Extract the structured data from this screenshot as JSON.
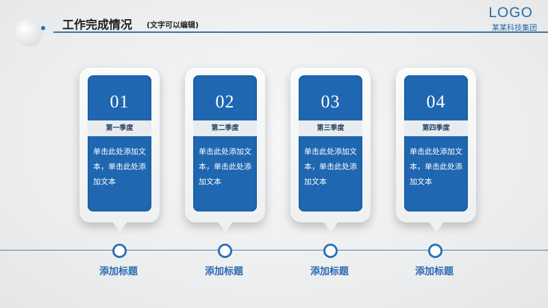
{
  "header": {
    "title": "工作完成情况",
    "subtitle": "(文字可以编辑)",
    "logo": "LOGO",
    "company": "某某科技集团"
  },
  "cards": [
    {
      "number": "01",
      "label": "第一季度",
      "text": "单击此处添加文本，单击此处添加文本"
    },
    {
      "number": "02",
      "label": "第二季度",
      "text": "单击此处添加文本，单击此处添加文本"
    },
    {
      "number": "03",
      "label": "第三季度",
      "text": "单击此处添加文本，单击此处添加文本"
    },
    {
      "number": "04",
      "label": "第四季度",
      "text": "单击此处添加文本，单击此处添加文本"
    }
  ],
  "timeline": {
    "labels": [
      "添加标题",
      "添加标题",
      "添加标题",
      "添加标题"
    ]
  },
  "colors": {
    "accent": "#1f67b0",
    "rule": "#2f6fa8",
    "band": "#e9ecee",
    "background": "#eceeef"
  }
}
